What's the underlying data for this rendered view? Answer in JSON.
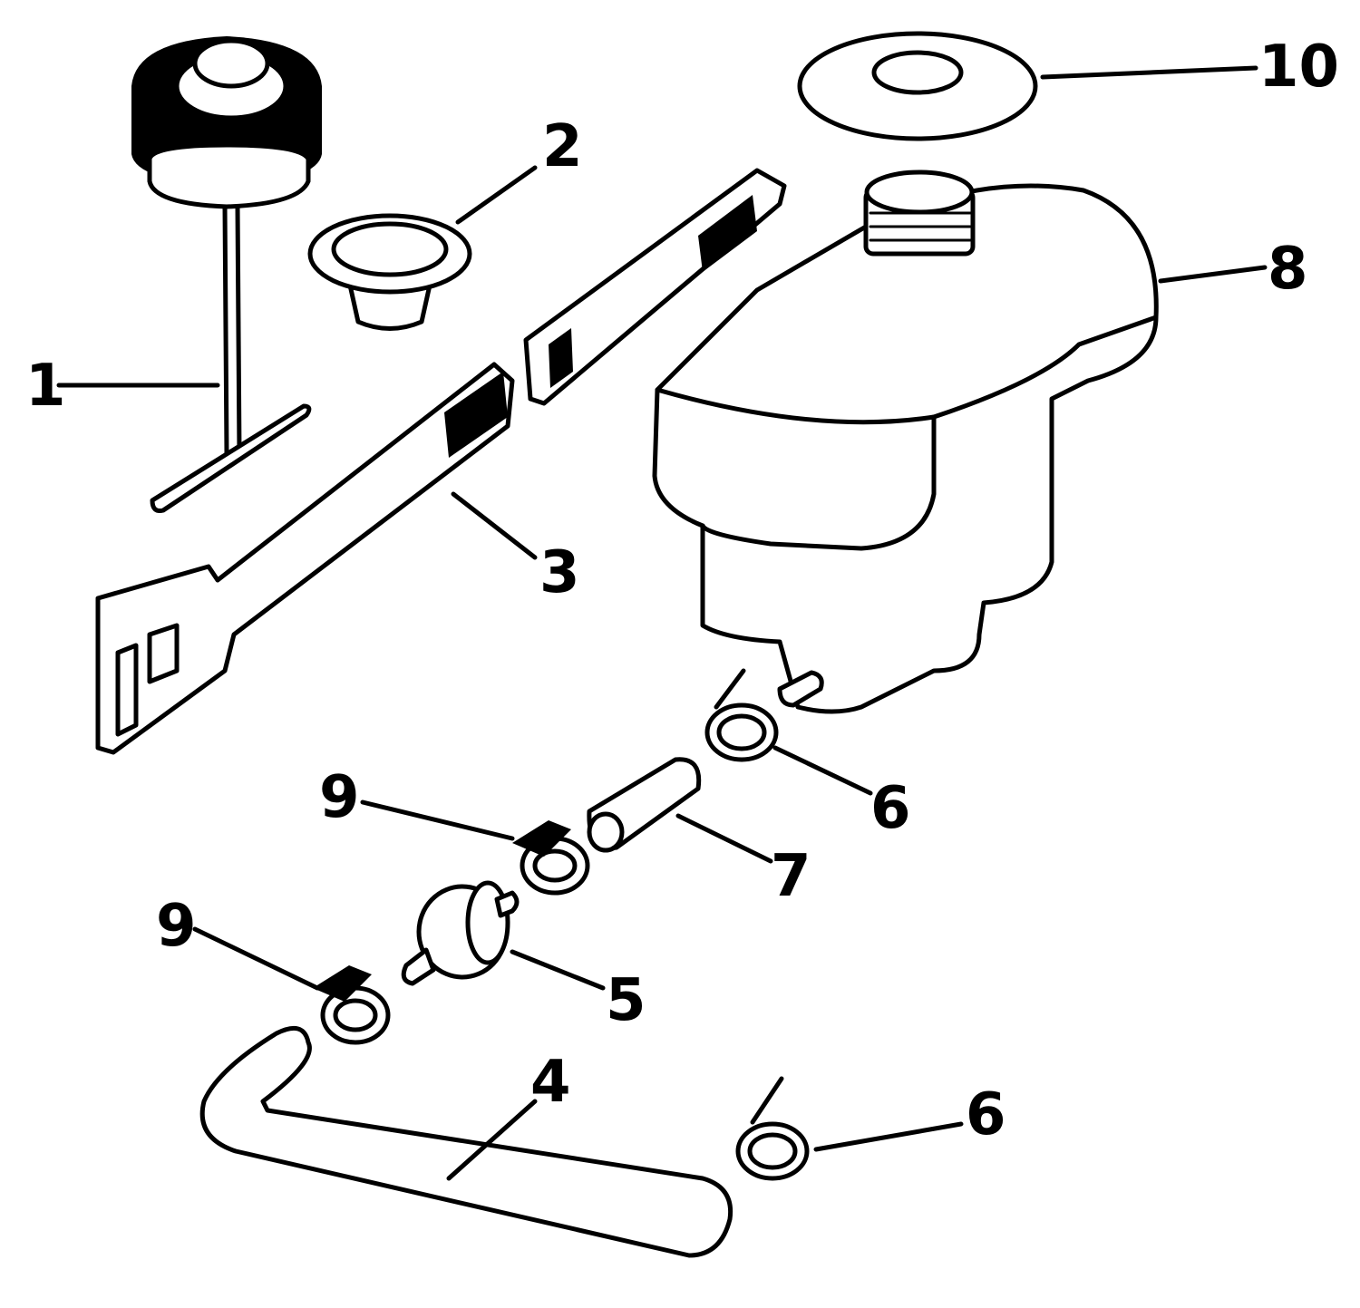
{
  "callouts": {
    "c1": "1",
    "c2": "2",
    "c3": "3",
    "c4": "4",
    "c5": "5",
    "c6a": "6",
    "c6b": "6",
    "c7": "7",
    "c8": "8",
    "c9a": "9",
    "c9b": "9",
    "c10": "10"
  }
}
